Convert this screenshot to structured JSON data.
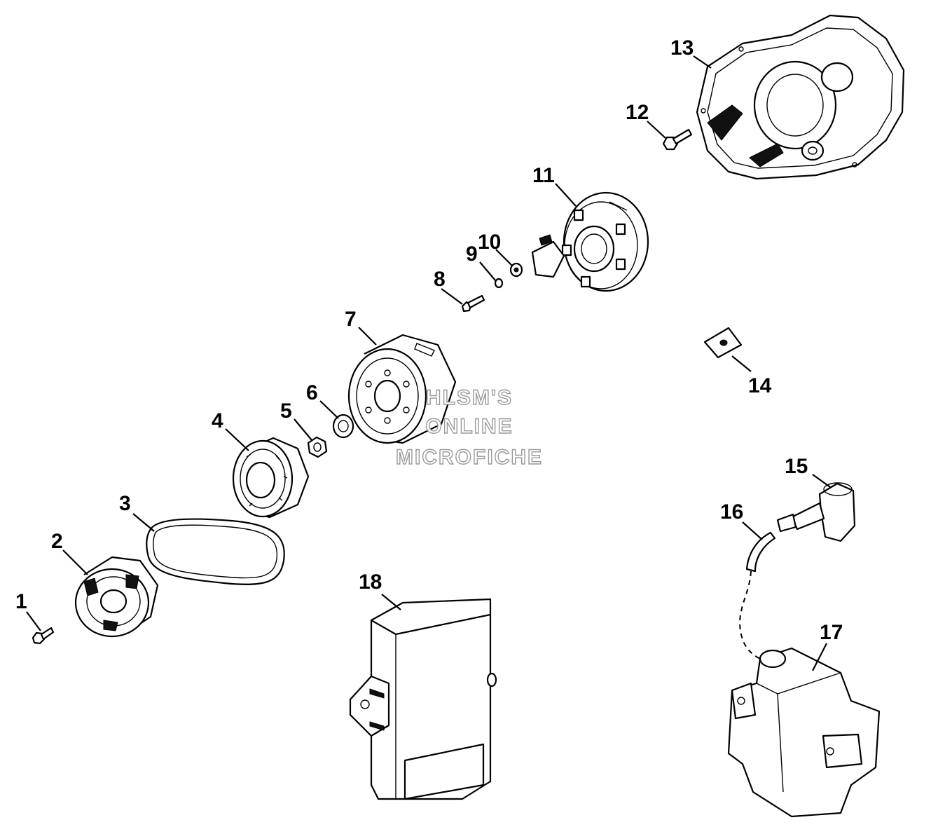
{
  "callouts": [
    {
      "id": 1,
      "label": "1"
    },
    {
      "id": 2,
      "label": "2"
    },
    {
      "id": 3,
      "label": "3"
    },
    {
      "id": 4,
      "label": "4"
    },
    {
      "id": 5,
      "label": "5"
    },
    {
      "id": 6,
      "label": "6"
    },
    {
      "id": 7,
      "label": "7"
    },
    {
      "id": 8,
      "label": "8"
    },
    {
      "id": 9,
      "label": "9"
    },
    {
      "id": 10,
      "label": "10"
    },
    {
      "id": 11,
      "label": "11"
    },
    {
      "id": 12,
      "label": "12"
    },
    {
      "id": 13,
      "label": "13"
    },
    {
      "id": 14,
      "label": "14"
    },
    {
      "id": 15,
      "label": "15"
    },
    {
      "id": 16,
      "label": "16"
    },
    {
      "id": 17,
      "label": "17"
    },
    {
      "id": 18,
      "label": "18"
    }
  ],
  "watermark": {
    "line1": "HLSM'S",
    "line2": "ONLINE",
    "line3": "MICROFICHE"
  }
}
